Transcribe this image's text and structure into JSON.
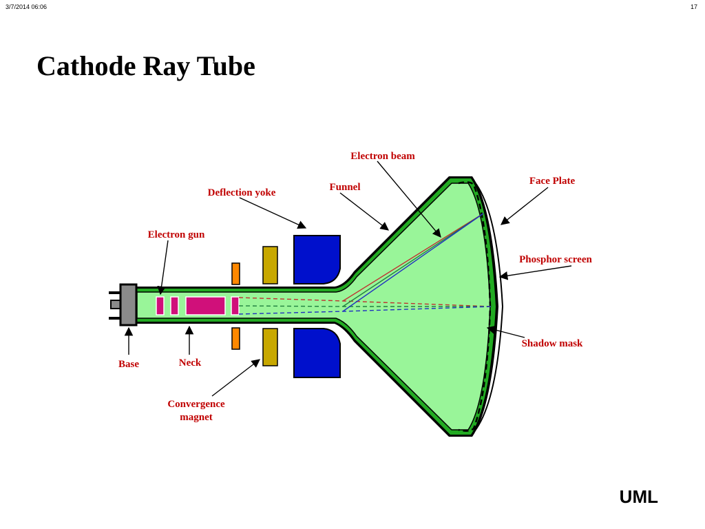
{
  "header": {
    "date_time": "3/7/2014  06:06",
    "page_number": "17"
  },
  "slide": {
    "title": "Cathode Ray Tube",
    "footer_logo": "UML"
  },
  "diagram": {
    "labels": {
      "electron_beam": "Electron beam",
      "face_plate": "Face Plate",
      "funnel": "Funnel",
      "deflection_yoke": "Deflection yoke",
      "electron_gun": "Electron gun",
      "phosphor_screen": "Phosphor screen",
      "shadow_mask": "Shadow mask",
      "base": "Base",
      "neck": "Neck",
      "convergence_line1": "Convergence",
      "convergence_line2": "magnet"
    },
    "colors": {
      "label": "#c00000",
      "tube_interior": "#99f599",
      "tube_wall": "#22aa22",
      "outline": "#000000",
      "yoke": "#0010cc",
      "convergence_magnet": "#c8a800",
      "small_magnet": "#ff8800",
      "gun_elements": "#d0107a",
      "base": "#8a8a8a",
      "beam_red": "#c03030",
      "beam_green": "#208040",
      "beam_blue": "#2030c0"
    }
  }
}
